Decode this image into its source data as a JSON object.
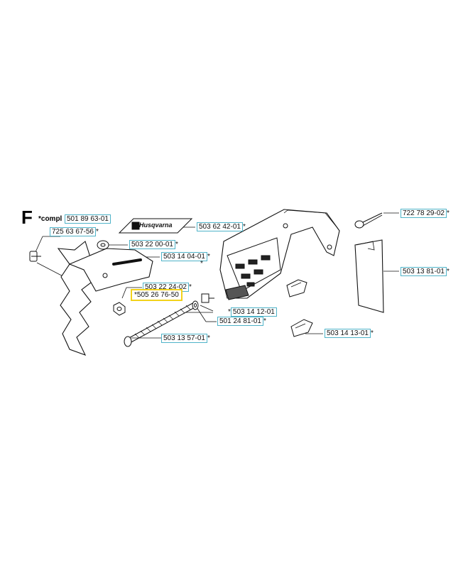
{
  "section": {
    "letter": "F",
    "compl_label": "*compl"
  },
  "brand_logo": "Husqvarna",
  "colors": {
    "callout_border": "#4fb3c8",
    "highlight_border": "#f2d21b"
  },
  "parts": [
    {
      "id": "p1",
      "prefix": "",
      "number": "501 89 63-01",
      "suffix": ""
    },
    {
      "id": "p2",
      "prefix": "",
      "number": "725 63 67-56",
      "suffix": "*"
    },
    {
      "id": "p3",
      "prefix": "",
      "number": "503 22 00-01",
      "suffix": "*"
    },
    {
      "id": "p4",
      "prefix": "",
      "number": "503 14 04-01",
      "suffix": "*"
    },
    {
      "id": "p5",
      "prefix": "",
      "number": "503 62 42-01",
      "suffix": "*"
    },
    {
      "id": "p6",
      "prefix": "",
      "number": "722 78 29-02",
      "suffix": "*"
    },
    {
      "id": "p7",
      "prefix": "",
      "number": "503 13 81-01",
      "suffix": "*"
    },
    {
      "id": "p8",
      "prefix": "",
      "number": "503 22 24-02",
      "suffix": "*"
    },
    {
      "id": "p9",
      "prefix": "*",
      "number": "505 26 76-50",
      "suffix": ""
    },
    {
      "id": "p10",
      "prefix": "*",
      "number": "503 14 12-01",
      "suffix": ""
    },
    {
      "id": "p11",
      "prefix": "",
      "number": "501 24 81-01",
      "suffix": "*"
    },
    {
      "id": "p12",
      "prefix": "",
      "number": "503 13 57-01",
      "suffix": "*"
    },
    {
      "id": "p13",
      "prefix": "",
      "number": "503 14 13-01",
      "suffix": "*"
    }
  ],
  "loose_marks": {
    "cover_star": "*"
  }
}
